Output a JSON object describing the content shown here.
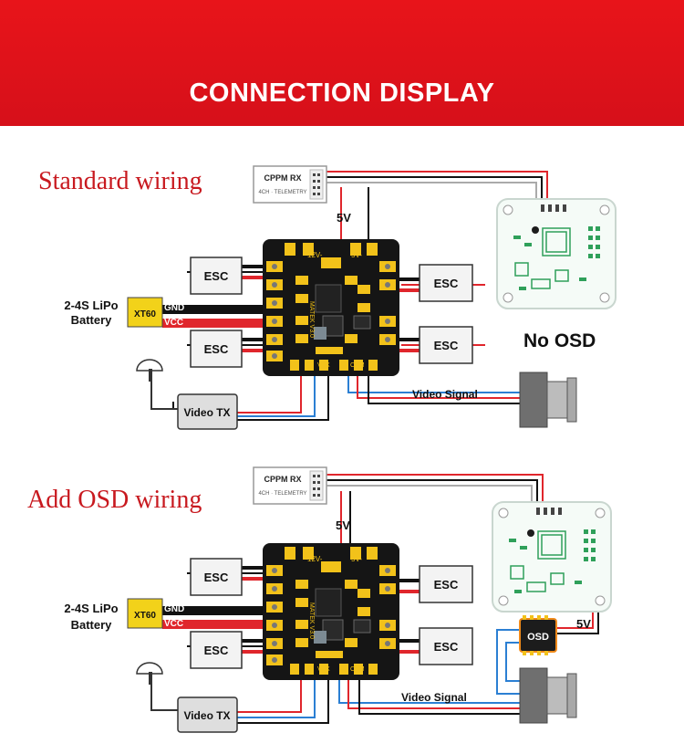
{
  "header": {
    "title": "CONNECTION DISPLAY"
  },
  "colors": {
    "banner": "#e8141a",
    "accent_text": "#c8191f",
    "wire_red": "#e0262c",
    "wire_black": "#111111",
    "wire_blue": "#2b7fd3"
  },
  "sections": [
    {
      "title": "Standard wiring",
      "receiver": {
        "label": "CPPM RX",
        "sublabel": "4CH · TELEMETRY"
      },
      "voltage_rx": "5V",
      "esc_labels": [
        "ESC",
        "ESC",
        "ESC",
        "ESC"
      ],
      "battery": {
        "label_line1": "2-4S LiPo",
        "label_line2": "Battery",
        "connector": "XT60",
        "gnd": "GND",
        "vcc": "VCC"
      },
      "pdb": {
        "top_12v": "12V-",
        "top_5v": "5V-",
        "bottom_vtx": "VTX",
        "bottom_cam": "CAM",
        "model": "MATEK V3.0"
      },
      "video_tx": "Video TX",
      "video_signal": "Video Signal",
      "no_osd": "No OSD"
    },
    {
      "title": "Add OSD wiring",
      "receiver": {
        "label": "CPPM RX",
        "sublabel": "4CH · TELEMETRY"
      },
      "voltage_rx": "5V",
      "voltage_osd": "5V",
      "esc_labels": [
        "ESC",
        "ESC",
        "ESC",
        "ESC"
      ],
      "battery": {
        "label_line1": "2-4S LiPo",
        "label_line2": "Battery",
        "connector": "XT60",
        "gnd": "GND",
        "vcc": "VCC"
      },
      "pdb": {
        "top_12v": "12V-",
        "top_5v": "5V-",
        "bottom_vtx": "VTX",
        "bottom_cam": "CAM",
        "model": "MATEK V3.0"
      },
      "osd": "OSD",
      "video_tx": "Video TX",
      "video_signal": "Video Signal"
    }
  ]
}
